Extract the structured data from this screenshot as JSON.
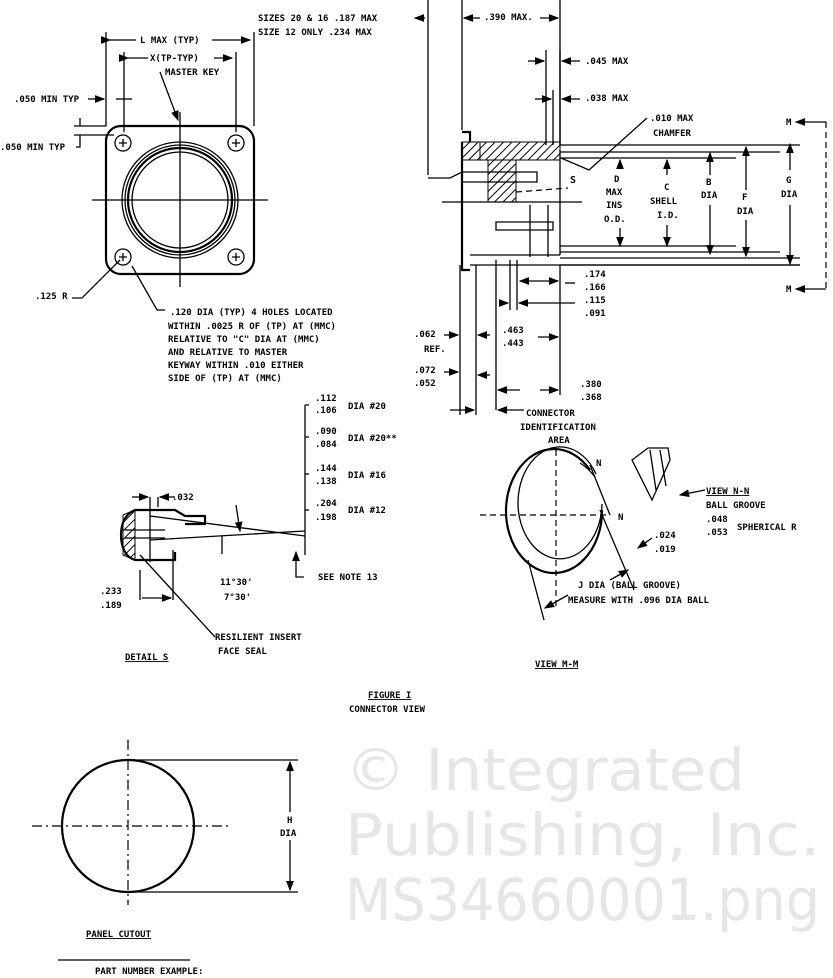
{
  "watermark": {
    "line1": "© Integrated",
    "line2": "Publishing, Inc.",
    "line3": "MS34660001.png"
  },
  "front_view": {
    "l_max": "L MAX (TYP)",
    "x_tp": "X(TP-TYP)",
    "master_key": "MASTER KEY",
    "min_typ_1": ".050 MIN TYP",
    "min_typ_2": ".050 MIN TYP",
    "radius": ".125 R",
    "hole_note": [
      ".120 DIA (TYP) 4 HOLES LOCATED",
      "WITHIN .0025 R OF (TP) AT (MMC)",
      "RELATIVE TO \"C\" DIA AT (MMC)",
      "AND RELATIVE TO MASTER",
      "KEYWAY WITHIN .010 EITHER",
      "SIDE OF (TP) AT (MMC)"
    ]
  },
  "side_view": {
    "sizes_note_1": "SIZES 20 & 16 .187 MAX",
    "sizes_note_2": "SIZE 12 ONLY  .234 MAX",
    "dim_390": ".390 MAX.",
    "dim_045": ".045 MAX",
    "dim_038": ".038 MAX",
    "chamfer_1": ".010 MAX",
    "chamfer_2": "CHAMFER",
    "detail_s": "S",
    "d_label": [
      "D",
      "MAX",
      "INS",
      "O.D."
    ],
    "c_label": [
      "C",
      "SHELL",
      "I.D."
    ],
    "b_label": [
      "B",
      "DIA"
    ],
    "f_label": [
      "F",
      "DIA"
    ],
    "g_label": [
      "G",
      "DIA"
    ],
    "m_top": "M",
    "m_bottom": "M",
    "dim_174": ".174",
    "dim_166": ".166",
    "dim_115": ".115",
    "dim_091": ".091",
    "dim_062": ".062",
    "ref": "REF.",
    "dim_463": ".463",
    "dim_443": ".443",
    "dim_072": ".072",
    "dim_052": ".052",
    "dim_380": ".380",
    "dim_368": ".368",
    "ident_1": "CONNECTOR",
    "ident_2": "IDENTIFICATION",
    "ident_3": "AREA"
  },
  "contacts": [
    {
      "top": ".112",
      "bottom": ".106",
      "label": "DIA #20"
    },
    {
      "top": ".090",
      "bottom": ".084",
      "label": "DIA #20**"
    },
    {
      "top": ".144",
      "bottom": ".138",
      "label": "DIA #16"
    },
    {
      "top": ".204",
      "bottom": ".198",
      "label": "DIA #12"
    }
  ],
  "detail": {
    "dim_032": ".032",
    "dim_233": ".233",
    "dim_189": ".189",
    "angle_1": "11°30'",
    "angle_2": "7°30'",
    "see_note": "SEE NOTE 13",
    "seal_1": "RESILIENT INSERT",
    "seal_2": "FACE SEAL",
    "title": "DETAIL S"
  },
  "view_mm": {
    "n_top": "N",
    "n_mid": "N",
    "view_nn_1": "VIEW N-N",
    "view_nn_2": "BALL GROOVE",
    "dim_048": ".048",
    "dim_053": ".053",
    "spherical": "SPHERICAL R",
    "dim_024": ".024",
    "dim_019": ".019",
    "j_dia": "J DIA (BALL GROOVE)",
    "measure": "MEASURE WITH .096 DIA BALL",
    "title": "VIEW M-M"
  },
  "figure": {
    "title": "FIGURE I",
    "subtitle": "CONNECTOR VIEW"
  },
  "panel": {
    "h": "H",
    "dia": "DIA",
    "title": "PANEL CUTOUT"
  },
  "footer": {
    "part_number": "PART NUMBER EXAMPLE:"
  }
}
